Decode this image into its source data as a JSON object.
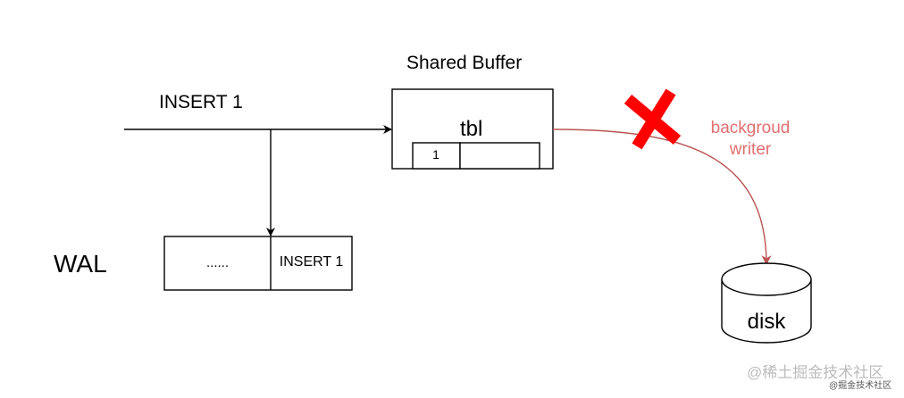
{
  "diagram": {
    "insert_label": "INSERT 1",
    "shared_buffer_title": "Shared Buffer",
    "table_label": "tbl",
    "table_cells": [
      "1",
      ""
    ],
    "wal_label": "WAL",
    "wal_cells": [
      "......",
      "INSERT 1"
    ],
    "writer_label": "backgroud writer",
    "disk_label": "disk",
    "blocked_mark": "x-icon",
    "writer_color": "#b85450",
    "blocked_color": "#ff0000"
  },
  "watermark": {
    "text": "@稀土掘金技术社区",
    "sub": "@掘金技术社区"
  }
}
